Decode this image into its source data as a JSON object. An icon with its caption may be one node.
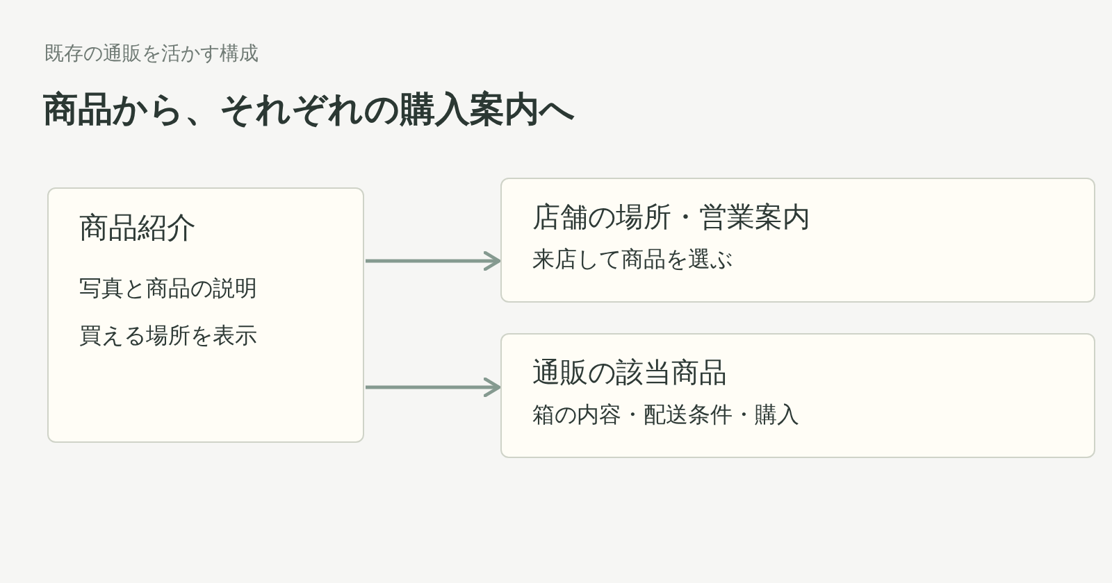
{
  "diagram": {
    "title": "商品から、それぞれの購入案内へ",
    "labels": [
      "既存の通販を活かす構成"
    ],
    "nodes": [
      {
        "text": [
          "商品紹介",
          "写真と商品の説明",
          "買える場所を表示"
        ]
      },
      {
        "text": [
          "店舗の場所・営業案内",
          "来店して商品を選ぶ"
        ]
      },
      {
        "text": [
          "通販の該当商品",
          "箱の内容・配送条件・購入"
        ]
      }
    ],
    "edges": [
      {
        "from": 0,
        "to": 1,
        "arrow": "to"
      },
      {
        "from": 0,
        "to": 2,
        "arrow": "to"
      }
    ]
  }
}
